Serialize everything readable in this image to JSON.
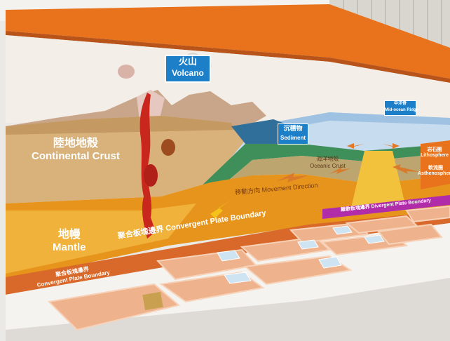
{
  "exhibit": {
    "volcano": {
      "zh": "火山",
      "en": "Volcano"
    },
    "continental_crust": {
      "zh": "陸地地殼",
      "en": "Continental Crust"
    },
    "mantle": {
      "zh": "地幔",
      "en": "Mantle"
    },
    "sediment": {
      "zh": "沉積物",
      "en": "Sediment"
    },
    "oceanic_crust": {
      "zh": "海洋地殼",
      "en": "Oceanic Crust"
    },
    "mid_ocean_ridge": {
      "zh": "中洋脊",
      "en": "Mid-ocean Ridge"
    },
    "movement_direction": {
      "zh": "移動方向",
      "en": "Movement Direction"
    },
    "convergent_boundary": "聚合板塊邊界 Convergent Plate Boundary",
    "divergent_boundary": "離散板塊邊界 Divergent Plate Boundary",
    "left_panel": {
      "zh": "聚合板塊邊界",
      "en": "Convergent Plate Boundary"
    },
    "lithosphere": {
      "zh": "岩石圈",
      "en": "Lithosphere"
    },
    "asthenosphere": {
      "zh": "軟流圈",
      "en": "Asthenosphere"
    }
  },
  "colors": {
    "wall_top_orange": "#e8731c",
    "crust_tan": "#d8b27a",
    "mantle_orange": "#e6941c",
    "magma_red": "#c9271d",
    "ocean_blue": "#c8dcef",
    "oceanic_green": "#3f8f5a",
    "label_blue": "#1e7fc9",
    "counter_orange": "#d9692a",
    "card_peach": "#eeb28c",
    "purple_strip": "#b12ca8"
  }
}
